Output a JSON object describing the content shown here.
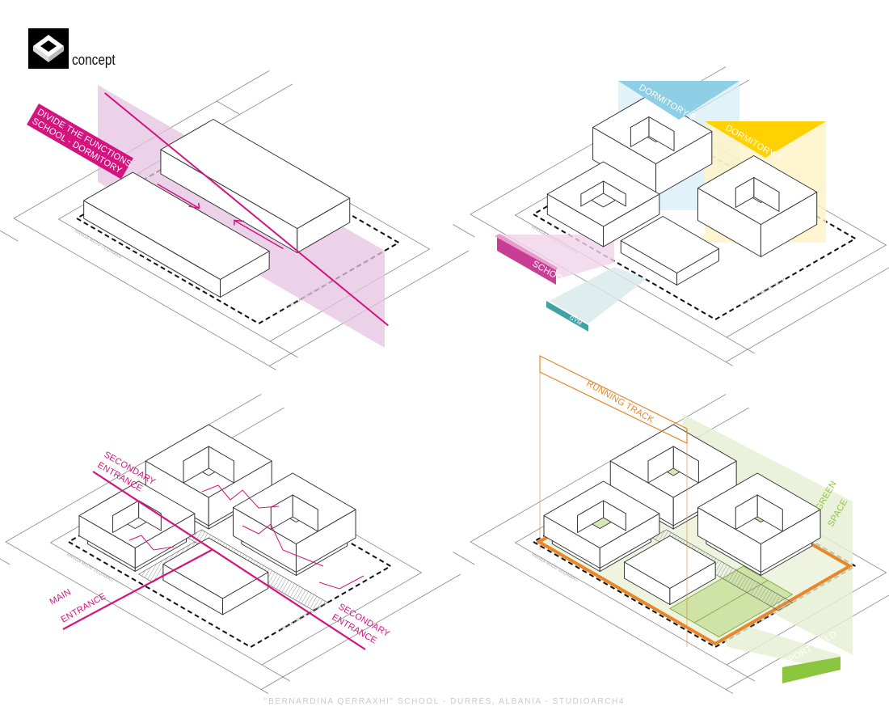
{
  "header": {
    "title": "concept",
    "logo_icon": "courtyard-block-logo"
  },
  "streets": [
    "RRUGA KRISTO SOTIRI",
    "RRUGA MUJO ULQINAKU",
    "RRUGA MBRETI GENT"
  ],
  "panel1": {
    "label_line1": "DIVIDE THE FUNCTIONS",
    "label_line2": "SCHOOL - DORMITORY",
    "accent": "#d4137f"
  },
  "panel2": {
    "dorm_b": "DORMITORY B",
    "dorm_a": "DORMITORY A",
    "school": "SCHOOL",
    "gym": "GYM",
    "colors": {
      "dorm_b": "#8ecfe6",
      "dorm_a": "#ffd100",
      "school": "#c83e94",
      "gym": "#3fa3a6"
    }
  },
  "panel3": {
    "secondary_top_1": "SECONDARY",
    "secondary_top_2": "ENTRANCE",
    "main_1": "MAIN",
    "main_2": "ENTRANCE",
    "secondary_bottom_1": "SECONDARY",
    "secondary_bottom_2": "ENTRANCE",
    "accent": "#d4137f"
  },
  "panel4": {
    "running_track": "RUNNING TRACK",
    "green_1": "GREEN",
    "green_2": "SPACE",
    "sport_field": "SPORT FIELD",
    "colors": {
      "track": "#e8862a",
      "green": "#8cc63f"
    }
  },
  "footer": "\"BERNARDINA QERRAXHI\" SCHOOL  -  DURRES, ALBANIA  -  STUDIOARCH4"
}
